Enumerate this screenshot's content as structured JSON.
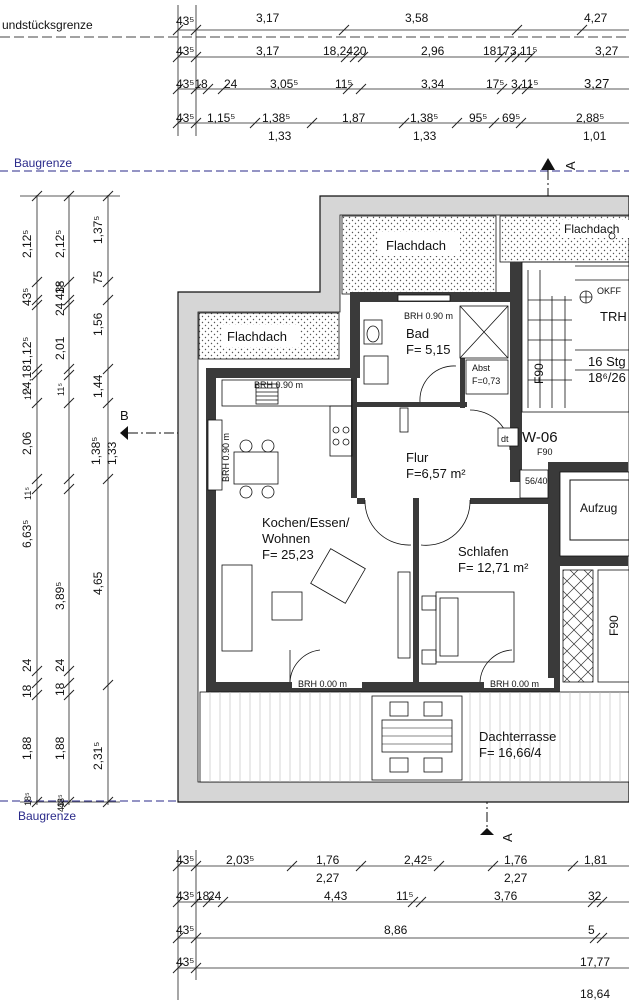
{
  "labels": {
    "grundstuecksgrenze": "undstücksgrenze",
    "baugrenze_top": "Baugrenze",
    "baugrenze_bottom": "Baugrenze",
    "section_b": "B",
    "section_a_top": "A",
    "section_a_bottom": "A"
  },
  "rooms": {
    "flachdach_right_label": "Flachdach",
    "flachdach_left_label": "Flachdach",
    "flachdach_stair_label": "Flachdach",
    "bad_name": "Bad",
    "bad_area": "F= 5,15",
    "bad_brh": "BRH 0.90 m",
    "abst_name": "Abst",
    "abst_area": "F=0,73",
    "flur_name": "Flur",
    "flur_area": "F=6,57 m²",
    "kochen_name_1": "Kochen/Essen/",
    "kochen_name_2": "Wohnen",
    "kochen_area": "F= 25,23",
    "kochen_brh": "BRH 0.90 m",
    "kochen_brh_side": "BRH 0.90 m",
    "schlafen_name": "Schlafen",
    "schlafen_area": "F= 12,71 m²",
    "terrasse_name": "Dachterrasse",
    "terrasse_area": "F= 16,66/4",
    "brh_door_left": "BRH 0.00 m",
    "brh_door_right": "BRH 0.00 m",
    "shaft_size": "56/40",
    "w06": "W-06",
    "dt": "dt",
    "f90_door": "F90",
    "f90_wall": "F90",
    "f90_right": "F90",
    "aufzug": "Aufzug",
    "okff": "OKFF",
    "trh": "TRH",
    "stair_1": "16 Stg",
    "stair_2": "18⁶/26"
  },
  "dims_top": {
    "r1": [
      "43⁵",
      "3,17",
      "3,58",
      "4,27"
    ],
    "r2": [
      "43⁵",
      "3,17",
      "18,2420",
      "2,96",
      "1817",
      "3,11⁵",
      "3,27"
    ],
    "r3": [
      "43⁵18",
      "24",
      "3,05⁵",
      "11⁵",
      "3,34",
      "17⁵",
      "3,11⁵",
      "3,27"
    ],
    "r4": [
      "43⁵",
      "1,15⁵",
      "1,38⁵",
      "1,87",
      "1,38⁵",
      "95⁵",
      "69⁵",
      "2,88⁵"
    ],
    "r4b": [
      "1,33",
      "1,33",
      "1,01"
    ]
  },
  "dims_left": {
    "c1": [
      "2,12⁵",
      "43⁵",
      "24,181,12⁵",
      "11⁵",
      "2,06",
      "11⁵",
      "6,63⁵",
      "3,89⁵",
      "24",
      "18",
      "1,88",
      "18⁵",
      "43⁵"
    ],
    "c2": [
      "2,12⁵",
      "43⁵",
      "24",
      "18",
      "2,01",
      "11⁵",
      "1,38⁵",
      "1,88",
      "18",
      "24",
      "43⁵"
    ],
    "c3": [
      "1,37⁵",
      "75",
      "1,56",
      "1,44",
      "1,33",
      "4,65",
      "2,31⁵"
    ]
  },
  "dims_bottom": {
    "r1": [
      "43⁵",
      "2,03⁵",
      "1,76",
      "2,42⁵",
      "1,76",
      "1,81"
    ],
    "r1b": [
      "2,27",
      "2,27"
    ],
    "r2": [
      "43⁵",
      "18",
      "24",
      "4,43",
      "11⁵",
      "3,76",
      "32"
    ],
    "r3": [
      "43⁵",
      "8,86",
      "5"
    ],
    "r4": [
      "43⁵",
      "17,77"
    ],
    "r5": [
      "18,64"
    ]
  }
}
